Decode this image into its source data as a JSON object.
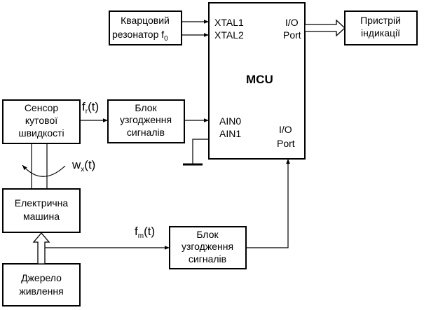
{
  "blocks": {
    "crystal": {
      "line1": "Кварцовий",
      "line2": "резонатор f",
      "line2_sub": "0"
    },
    "display": {
      "line1": "Пристрій",
      "line2": "індикації"
    },
    "sensor": {
      "line1": "Сенсор",
      "line2": "кутової",
      "line3": "швидкості"
    },
    "matching_top": {
      "line1": "Блок",
      "line2": "узгодження",
      "line3": "сигналів"
    },
    "machine": {
      "line1": "Електрична",
      "line2": "машина"
    },
    "matching_bottom": {
      "line1": "Блок",
      "line2": "узгодження",
      "line3": "сигналів"
    },
    "power": {
      "line1": "Джерело",
      "line2": "живлення"
    }
  },
  "mcu": {
    "title": "MCU",
    "xtal1": "XTAL1",
    "xtal2": "XTAL2",
    "io_top": "I/O",
    "port_top": "Port",
    "ain0": "AIN0",
    "ain1": "AIN1",
    "io_bottom": "I/O",
    "port_bottom": "Port"
  },
  "signals": {
    "fr": {
      "base": "f",
      "sub": "r",
      "arg": "(t)"
    },
    "wx": {
      "base": "w",
      "sub": "x",
      "arg": "(t)"
    },
    "fm": {
      "base": "f",
      "sub": "m",
      "arg": "(t)"
    }
  }
}
